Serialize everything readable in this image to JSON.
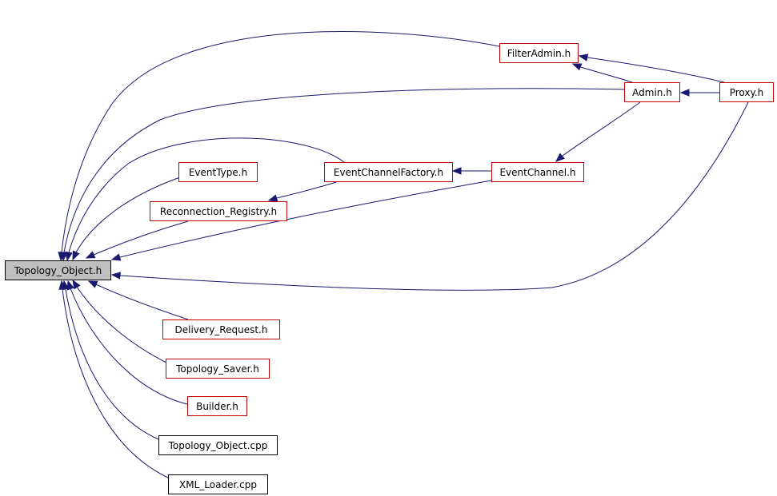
{
  "graph": {
    "type": "include-dependency-graph",
    "colors": {
      "edge": "#191970",
      "documented_border": "#bf0000",
      "undocumented_border": "#000000",
      "focus_fill": "#bfbfbf"
    },
    "nodes": [
      {
        "id": "topology_object_h",
        "label": "Topology_Object.h",
        "role": "focus"
      },
      {
        "id": "filteradmin_h",
        "label": "FilterAdmin.h",
        "role": "documented"
      },
      {
        "id": "admin_h",
        "label": "Admin.h",
        "role": "documented"
      },
      {
        "id": "proxy_h",
        "label": "Proxy.h",
        "role": "documented"
      },
      {
        "id": "eventtype_h",
        "label": "EventType.h",
        "role": "documented"
      },
      {
        "id": "eventchannelfactory_h",
        "label": "EventChannelFactory.h",
        "role": "documented"
      },
      {
        "id": "eventchannel_h",
        "label": "EventChannel.h",
        "role": "documented"
      },
      {
        "id": "reconnection_registry_h",
        "label": "Reconnection_Registry.h",
        "role": "documented"
      },
      {
        "id": "delivery_request_h",
        "label": "Delivery_Request.h",
        "role": "documented"
      },
      {
        "id": "topology_saver_h",
        "label": "Topology_Saver.h",
        "role": "documented"
      },
      {
        "id": "builder_h",
        "label": "Builder.h",
        "role": "documented"
      },
      {
        "id": "topology_object_cpp",
        "label": "Topology_Object.cpp",
        "role": "undocumented"
      },
      {
        "id": "xml_loader_cpp",
        "label": "XML_Loader.cpp",
        "role": "undocumented"
      }
    ],
    "edges": [
      {
        "from": "filteradmin_h",
        "to": "topology_object_h"
      },
      {
        "from": "admin_h",
        "to": "topology_object_h"
      },
      {
        "from": "eventchannelfactory_h",
        "to": "topology_object_h"
      },
      {
        "from": "eventtype_h",
        "to": "topology_object_h"
      },
      {
        "from": "reconnection_registry_h",
        "to": "topology_object_h"
      },
      {
        "from": "eventchannel_h",
        "to": "topology_object_h"
      },
      {
        "from": "proxy_h",
        "to": "topology_object_h"
      },
      {
        "from": "delivery_request_h",
        "to": "topology_object_h"
      },
      {
        "from": "topology_saver_h",
        "to": "topology_object_h"
      },
      {
        "from": "builder_h",
        "to": "topology_object_h"
      },
      {
        "from": "topology_object_cpp",
        "to": "topology_object_h"
      },
      {
        "from": "xml_loader_cpp",
        "to": "topology_object_h"
      },
      {
        "from": "admin_h",
        "to": "filteradmin_h"
      },
      {
        "from": "proxy_h",
        "to": "filteradmin_h"
      },
      {
        "from": "proxy_h",
        "to": "admin_h"
      },
      {
        "from": "admin_h",
        "to": "eventchannel_h"
      },
      {
        "from": "eventchannel_h",
        "to": "eventchannelfactory_h"
      },
      {
        "from": "eventchannelfactory_h",
        "to": "reconnection_registry_h"
      }
    ]
  }
}
